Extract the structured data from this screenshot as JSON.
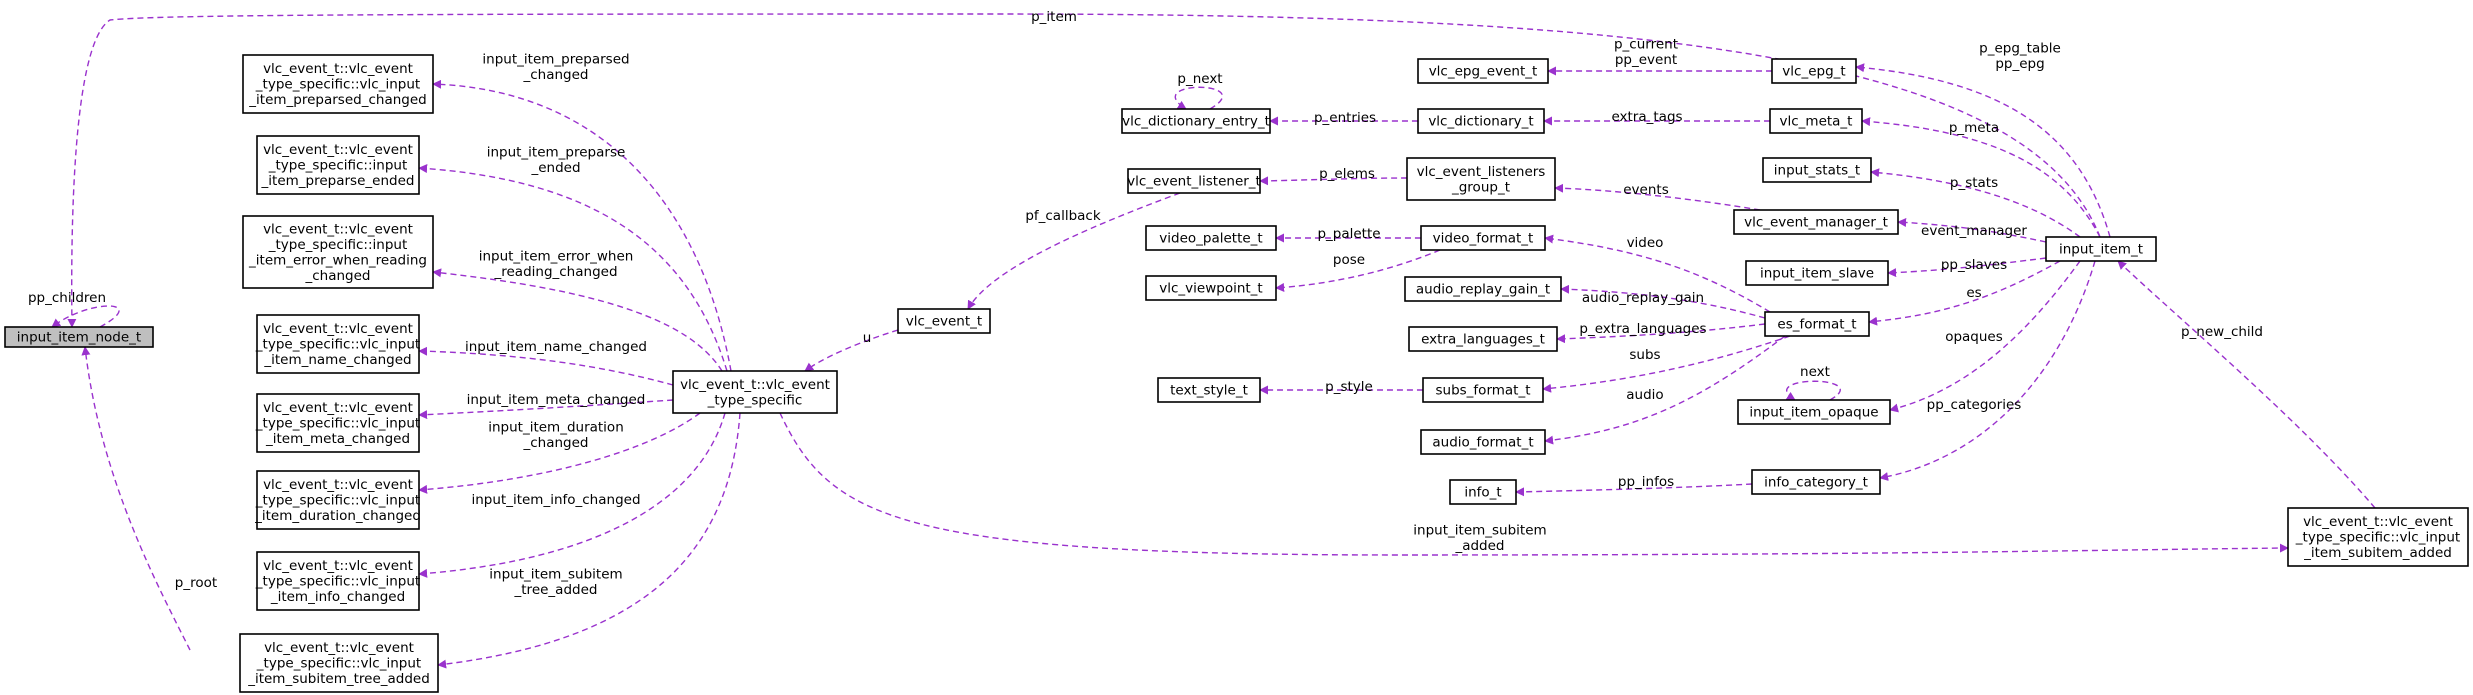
{
  "colors": {
    "edge": "#9a32cd",
    "node_border": "#000000",
    "node_fill": "#ffffff",
    "highlight_fill": "#bfbfbf"
  },
  "nodes": {
    "input_item_node_t": [
      "input_item_node_t"
    ],
    "preparsed_changed": [
      "vlc_event_t::vlc_event",
      "_type_specific::vlc_input",
      "_item_preparsed_changed"
    ],
    "preparse_ended": [
      "vlc_event_t::vlc_event",
      "_type_specific::input",
      "_item_preparse_ended"
    ],
    "error_when_reading": [
      "vlc_event_t::vlc_event",
      "_type_specific::input",
      "_item_error_when_reading",
      "_changed"
    ],
    "name_changed": [
      "vlc_event_t::vlc_event",
      "_type_specific::vlc_input",
      "_item_name_changed"
    ],
    "meta_changed": [
      "vlc_event_t::vlc_event",
      "_type_specific::vlc_input",
      "_item_meta_changed"
    ],
    "duration_changed": [
      "vlc_event_t::vlc_event",
      "_type_specific::vlc_input",
      "_item_duration_changed"
    ],
    "info_changed": [
      "vlc_event_t::vlc_event",
      "_type_specific::vlc_input",
      "_item_info_changed"
    ],
    "subitem_tree_added": [
      "vlc_event_t::vlc_event",
      "_type_specific::vlc_input",
      "_item_subitem_tree_added"
    ],
    "type_specific": [
      "vlc_event_t::vlc_event",
      "_type_specific"
    ],
    "vlc_event_t": [
      "vlc_event_t"
    ],
    "vlc_event_listener_t": [
      "vlc_event_listener_t"
    ],
    "vlc_dictionary_entry_t": [
      "vlc_dictionary_entry_t"
    ],
    "vlc_dictionary_t": [
      "vlc_dictionary_t"
    ],
    "vlc_event_listeners_group_t": [
      "vlc_event_listeners",
      "_group_t"
    ],
    "video_palette_t": [
      "video_palette_t"
    ],
    "vlc_viewpoint_t": [
      "vlc_viewpoint_t"
    ],
    "video_format_t": [
      "video_format_t"
    ],
    "audio_replay_gain_t": [
      "audio_replay_gain_t"
    ],
    "extra_languages_t": [
      "extra_languages_t"
    ],
    "text_style_t": [
      "text_style_t"
    ],
    "subs_format_t": [
      "subs_format_t"
    ],
    "audio_format_t": [
      "audio_format_t"
    ],
    "info_t": [
      "info_t"
    ],
    "vlc_epg_event_t": [
      "vlc_epg_event_t"
    ],
    "vlc_epg_t": [
      "vlc_epg_t"
    ],
    "vlc_meta_t": [
      "vlc_meta_t"
    ],
    "input_stats_t": [
      "input_stats_t"
    ],
    "vlc_event_manager_t": [
      "vlc_event_manager_t"
    ],
    "input_item_slave": [
      "input_item_slave"
    ],
    "es_format_t": [
      "es_format_t"
    ],
    "input_item_opaque": [
      "input_item_opaque"
    ],
    "info_category_t": [
      "info_category_t"
    ],
    "input_item_t": [
      "input_item_t"
    ],
    "subitem_added": [
      "vlc_event_t::vlc_event",
      "_type_specific::vlc_input",
      "_item_subitem_added"
    ]
  },
  "edges": {
    "p_item": [
      "p_item"
    ],
    "pp_children": [
      "pp_children"
    ],
    "p_root": [
      "p_root"
    ],
    "preparsed_changed": [
      "input_item_preparsed",
      "_changed"
    ],
    "preparse_ended": [
      "input_item_preparse",
      "_ended"
    ],
    "error_when_reading": [
      "input_item_error_when",
      "_reading_changed"
    ],
    "name_changed": [
      "input_item_name_changed"
    ],
    "meta_changed": [
      "input_item_meta_changed"
    ],
    "duration_changed": [
      "input_item_duration",
      "_changed"
    ],
    "info_changed": [
      "input_item_info_changed"
    ],
    "subitem_tree_added": [
      "input_item_subitem",
      "_tree_added"
    ],
    "subitem_added": [
      "input_item_subitem",
      "_added"
    ],
    "u": [
      "u"
    ],
    "pf_callback": [
      "pf_callback"
    ],
    "p_elems": [
      "p_elems"
    ],
    "p_next": [
      "p_next"
    ],
    "p_entries": [
      "p_entries"
    ],
    "p_palette": [
      "p_palette"
    ],
    "pose": [
      "pose"
    ],
    "video": [
      "video"
    ],
    "audio_replay_gain": [
      "audio_replay_gain"
    ],
    "p_extra_languages": [
      "p_extra_languages"
    ],
    "subs": [
      "subs"
    ],
    "p_style": [
      "p_style"
    ],
    "audio": [
      "audio"
    ],
    "pp_infos": [
      "pp_infos"
    ],
    "p_current": [
      "p_current",
      "pp_event"
    ],
    "extra_tags": [
      "extra_tags"
    ],
    "events": [
      "events"
    ],
    "p_epg_table": [
      "p_epg_table",
      "pp_epg"
    ],
    "p_meta": [
      "p_meta"
    ],
    "p_stats": [
      "p_stats"
    ],
    "event_manager": [
      "event_manager"
    ],
    "pp_slaves": [
      "pp_slaves"
    ],
    "es": [
      "es"
    ],
    "opaques": [
      "opaques"
    ],
    "next": [
      "next"
    ],
    "pp_categories": [
      "pp_categories"
    ],
    "p_new_child": [
      "p_new_child"
    ]
  }
}
